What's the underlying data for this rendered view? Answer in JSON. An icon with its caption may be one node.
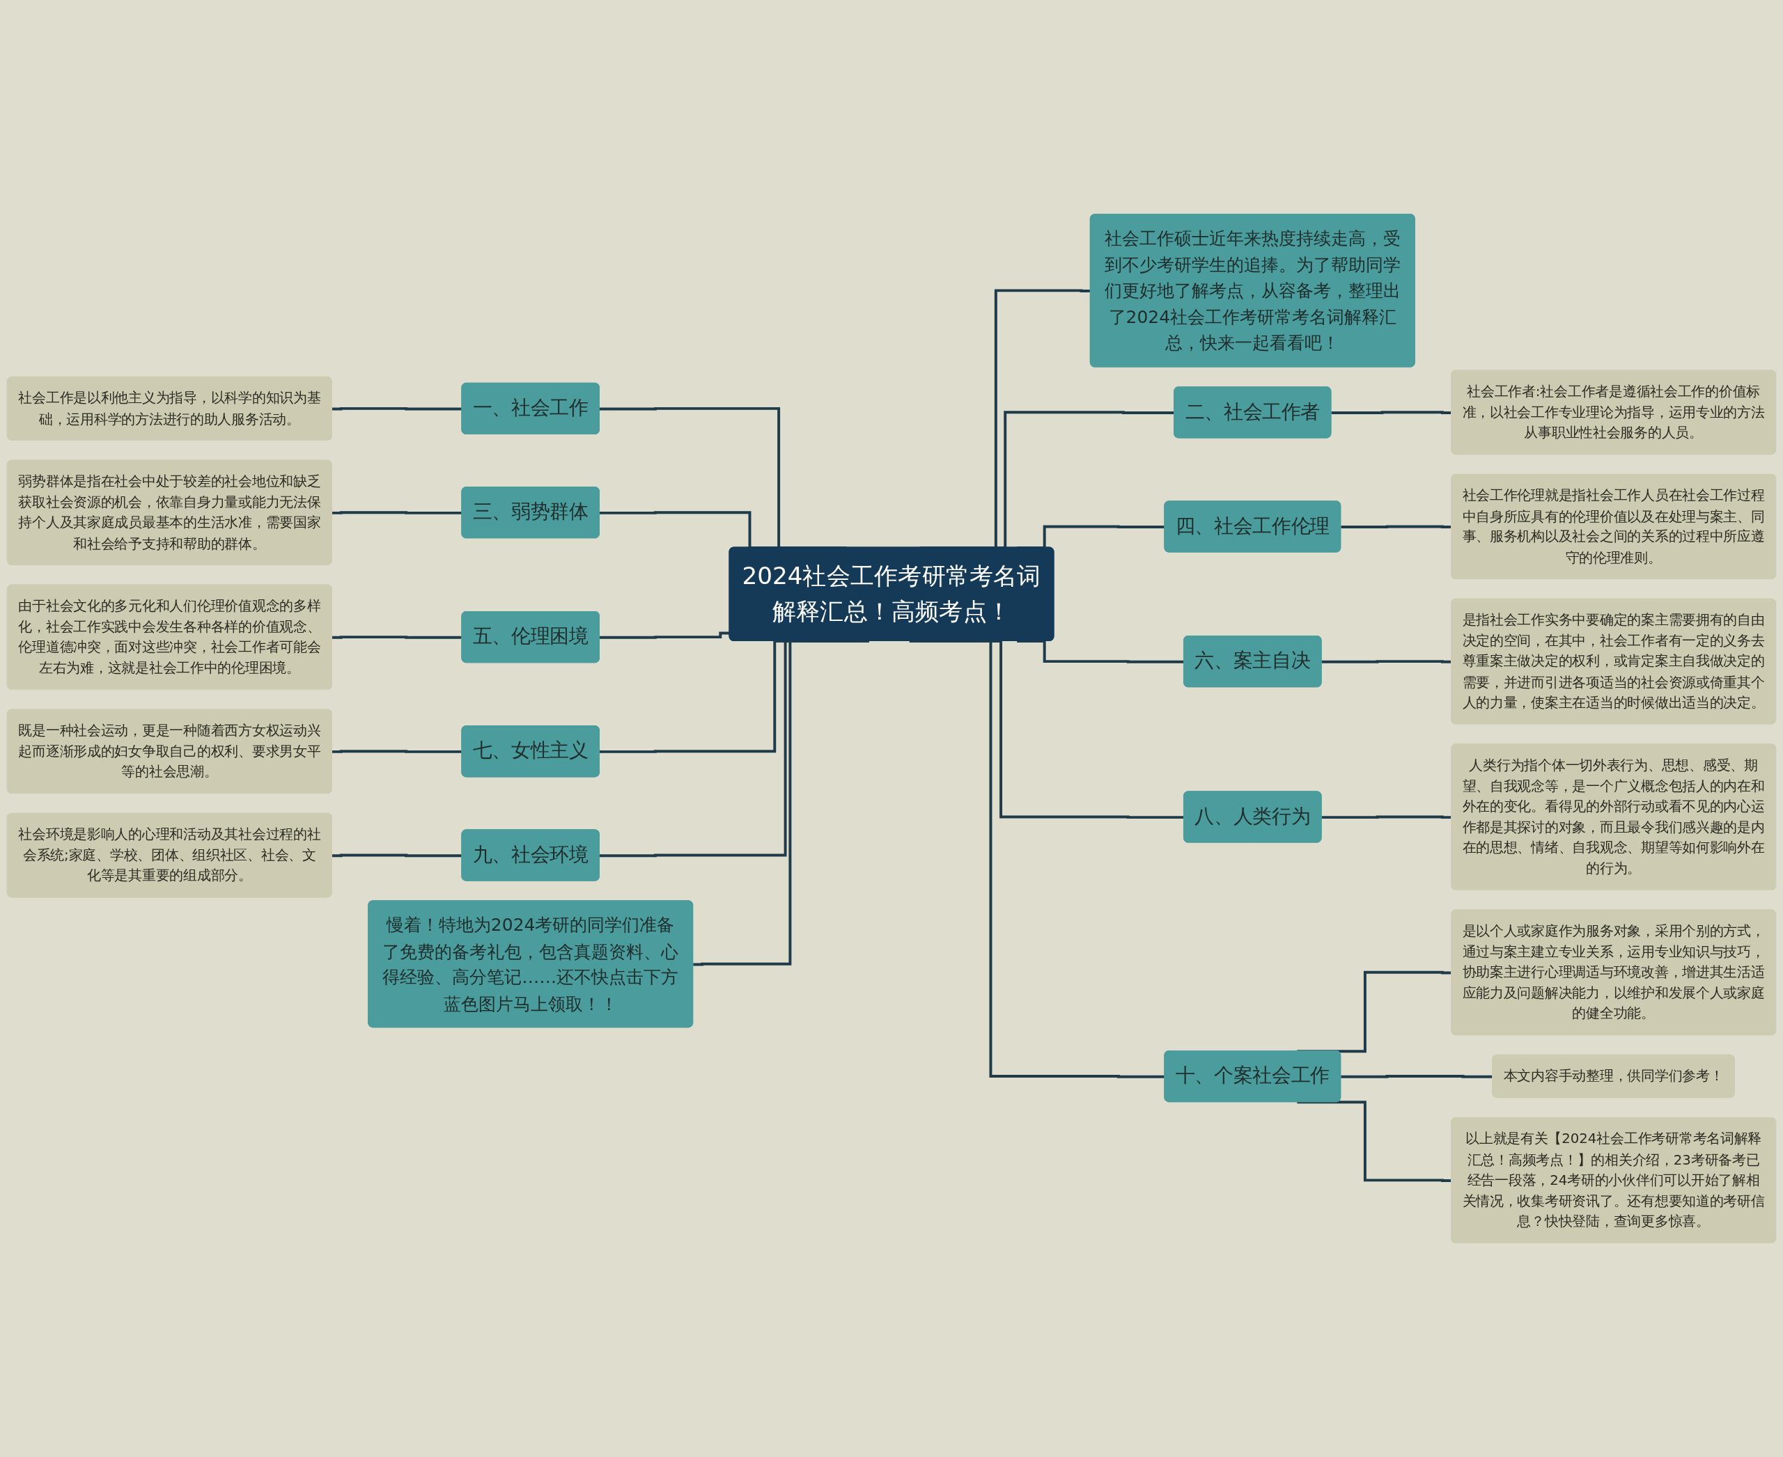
{
  "diagram": {
    "nodes": [
      {
        "text": [
          "2024社会工作考研常考名词解释汇总！高频考点！"
        ]
      },
      {
        "text": [
          "一、社会工作"
        ]
      },
      {
        "text": [
          "社会工作是以利他主义为指导，以科学的知识为基础，运用科学的方法进行的助人服务活动。"
        ]
      },
      {
        "text": [
          "三、弱势群体"
        ]
      },
      {
        "text": [
          "弱势群体是指在社会中处于较差的社会地位和缺乏获取社会资源的机会，依靠自身力量或能力无法保持个人及其家庭成员最基本的生活水准，需要国家和社会给予支持和帮助的群体。"
        ]
      },
      {
        "text": [
          "五、伦理困境"
        ]
      },
      {
        "text": [
          "由于社会文化的多元化和人们伦理价值观念的多样化，社会工作实践中会发生各种各样的价值观念、伦理道德冲突，面对这些冲突，社会工作者可能会左右为难，这就是社会工作中的伦理困境。"
        ]
      },
      {
        "text": [
          "七、女性主义"
        ]
      },
      {
        "text": [
          "既是一种社会运动，更是一种随着西方女权运动兴起而逐渐形成的妇女争取自己的权利、要求男女平等的社会思潮。"
        ]
      },
      {
        "text": [
          "九、社会环境"
        ]
      },
      {
        "text": [
          "社会环境是影响人的心理和活动及其社会过程的社会系统;家庭、学校、团体、组织社区、社会、文化等是其重要的组成部分。"
        ]
      },
      {
        "text": [
          "慢着！特地为2024考研的同学们准备了免费的备考礼包，包含真题资料、心得经验、高分笔记……还不快点击下方蓝色图片马上领取！！"
        ]
      },
      {
        "text": [
          "社会工作硕士近年来热度持续走高，受到不少考研学生的追捧。为了帮助同学们更好地了解考点，从容备考，整理出了2024社会工作考研常考名词解释汇总，快来一起看看吧！"
        ]
      },
      {
        "text": [
          "二、社会工作者"
        ]
      },
      {
        "text": [
          "社会工作者:社会工作者是遵循社会工作的价值标准，以社会工作专业理论为指导，运用专业的方法从事职业性社会服务的人员。"
        ]
      },
      {
        "text": [
          "四、社会工作伦理"
        ]
      },
      {
        "text": [
          "社会工作伦理就是指社会工作人员在社会工作过程中自身所应具有的伦理价值以及在处理与案主、同事、服务机构以及社会之间的关系的过程中所应遵守的伦理准则。"
        ]
      },
      {
        "text": [
          "六、案主自决"
        ]
      },
      {
        "text": [
          "是指社会工作实务中要确定的案主需要拥有的自由决定的空间，在其中，社会工作者有一定的义务去尊重案主做决定的权利，或肯定案主自我做决定的需要，并进而引进各项适当的社会资源或倚重其个人的力量，使案主在适当的时候做出适当的决定。"
        ]
      },
      {
        "text": [
          "八、人类行为"
        ]
      },
      {
        "text": [
          "人类行为指个体一切外表行为、思想、感受、期望、自我观念等，是一个广义概念包括人的内在和外在的变化。看得见的外部行动或看不见的内心运作都是其探讨的对象，而且最令我们感兴趣的是内在的思想、情绪、自我观念、期望等如何影响外在的行为。"
        ]
      },
      {
        "text": [
          "十、个案社会工作"
        ]
      },
      {
        "text": [
          "是以个人或家庭作为服务对象，采用个别的方式，通过与案主建立专业关系，运用专业知识与技巧，协助案主进行心理调适与环境改善，增进其生活适应能力及问题解决能力，以维护和发展个人或家庭的健全功能。"
        ]
      },
      {
        "text": [
          "本文内容手动整理，供同学们参考！"
        ]
      },
      {
        "text": [
          "以上就是有关【2024社会工作考研常考名词解释汇总！高频考点！】的相关介绍，23考研备考已经告一段落，24考研的小伙伴们可以开始了解相关情况，收集考研资讯了。还有想要知道的考研信息？快快登陆，查询更多惊喜。"
        ]
      }
    ],
    "edges": [
      {
        "from": 0,
        "to": 1,
        "arrow": "none"
      },
      {
        "from": 1,
        "to": 2,
        "arrow": "none"
      },
      {
        "from": 0,
        "to": 3,
        "arrow": "none"
      },
      {
        "from": 3,
        "to": 4,
        "arrow": "none"
      },
      {
        "from": 0,
        "to": 5,
        "arrow": "none"
      },
      {
        "from": 5,
        "to": 6,
        "arrow": "none"
      },
      {
        "from": 0,
        "to": 7,
        "arrow": "none"
      },
      {
        "from": 7,
        "to": 8,
        "arrow": "none"
      },
      {
        "from": 0,
        "to": 9,
        "arrow": "none"
      },
      {
        "from": 9,
        "to": 10,
        "arrow": "none"
      },
      {
        "from": 0,
        "to": 11,
        "arrow": "none"
      },
      {
        "from": 0,
        "to": 12,
        "arrow": "none"
      },
      {
        "from": 0,
        "to": 13,
        "arrow": "none"
      },
      {
        "from": 13,
        "to": 14,
        "arrow": "none"
      },
      {
        "from": 0,
        "to": 15,
        "arrow": "none"
      },
      {
        "from": 15,
        "to": 16,
        "arrow": "none"
      },
      {
        "from": 0,
        "to": 17,
        "arrow": "none"
      },
      {
        "from": 17,
        "to": 18,
        "arrow": "none"
      },
      {
        "from": 0,
        "to": 19,
        "arrow": "none"
      },
      {
        "from": 19,
        "to": 20,
        "arrow": "none"
      },
      {
        "from": 0,
        "to": 21,
        "arrow": "none"
      },
      {
        "from": 21,
        "to": 22,
        "arrow": "none"
      },
      {
        "from": 21,
        "to": 23,
        "arrow": "none"
      },
      {
        "from": 21,
        "to": 24,
        "arrow": "none"
      }
    ]
  }
}
